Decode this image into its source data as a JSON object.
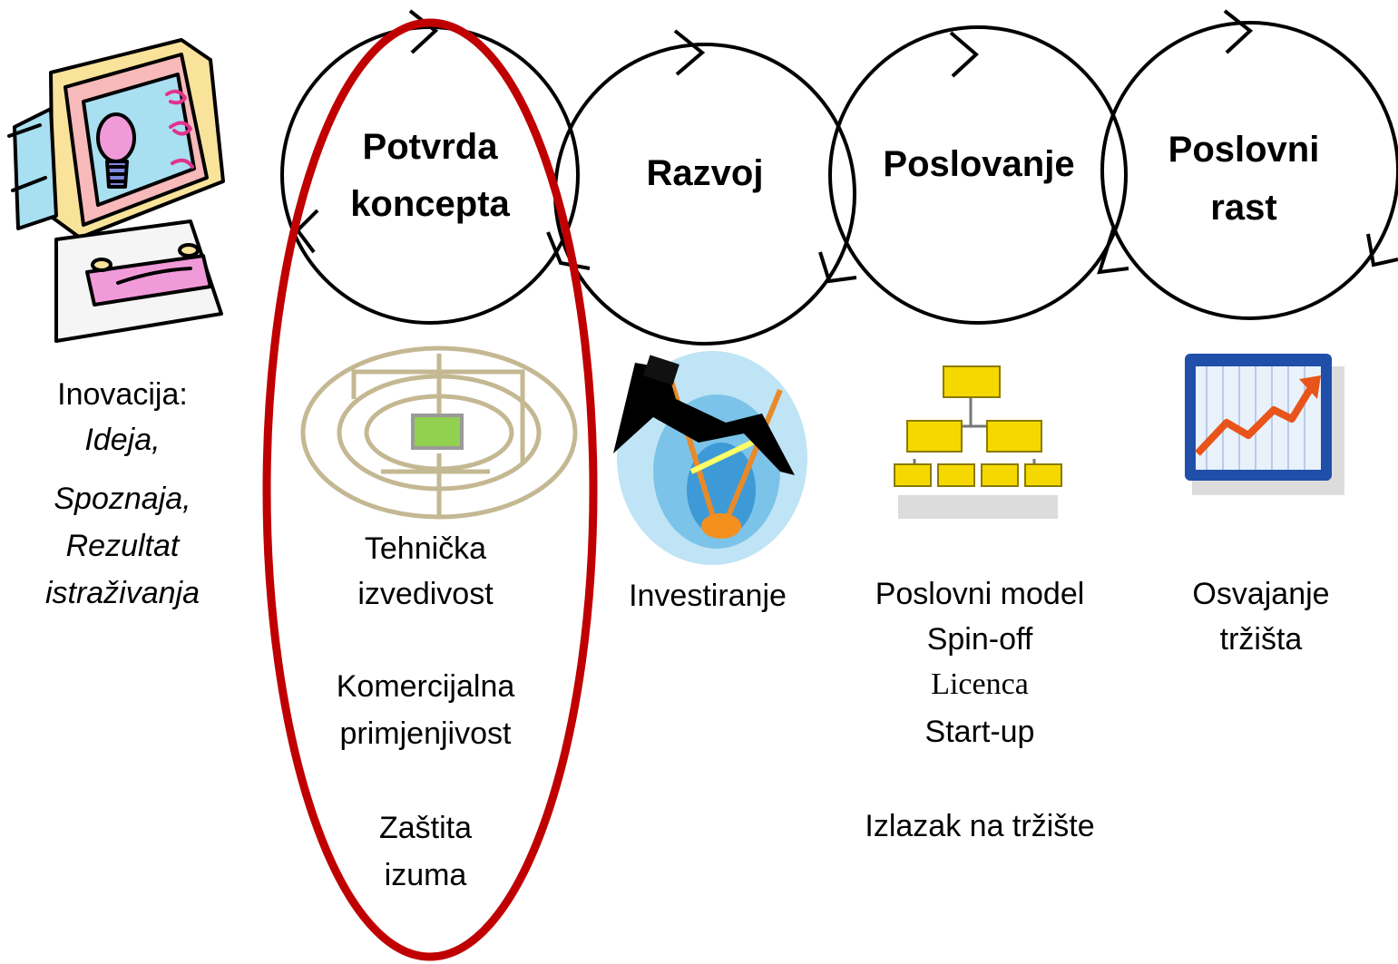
{
  "innovation": {
    "label": "Inovacija:",
    "items": [
      "Ideja,",
      "Spoznaja,",
      "Rezultat",
      "istraživanja"
    ]
  },
  "stages": [
    {
      "title_lines": [
        "Potvrda",
        "koncepta"
      ],
      "icon": "maze-target-icon",
      "text_lines": [
        "Tehnička",
        "izvedivost",
        "",
        "Komercijalna",
        "primjenjivost",
        "",
        "Zaštita",
        "izuma"
      ]
    },
    {
      "title_lines": [
        "Razvoj"
      ],
      "icon": "pole-vault-businessman-icon",
      "text_lines": [
        "Investiranje"
      ]
    },
    {
      "title_lines": [
        "Poslovanje"
      ],
      "icon": "org-chart-icon",
      "text_lines": [
        "Poslovni model",
        "Spin-off",
        "Licenca",
        "Start-up",
        "",
        "Izlazak na tržište"
      ]
    },
    {
      "title_lines": [
        "Poslovni",
        "rast"
      ],
      "icon": "growth-chart-icon",
      "text_lines": [
        "Osvajanje",
        "tržišta"
      ]
    }
  ],
  "colors": {
    "highlight": "#c00000",
    "maze": "#c4b893",
    "maze_center": "#92d050",
    "org_box": "#f5d800",
    "chart_frame": "#1f4fa8",
    "chart_arrow": "#e8541a",
    "stroke": "#000000"
  }
}
